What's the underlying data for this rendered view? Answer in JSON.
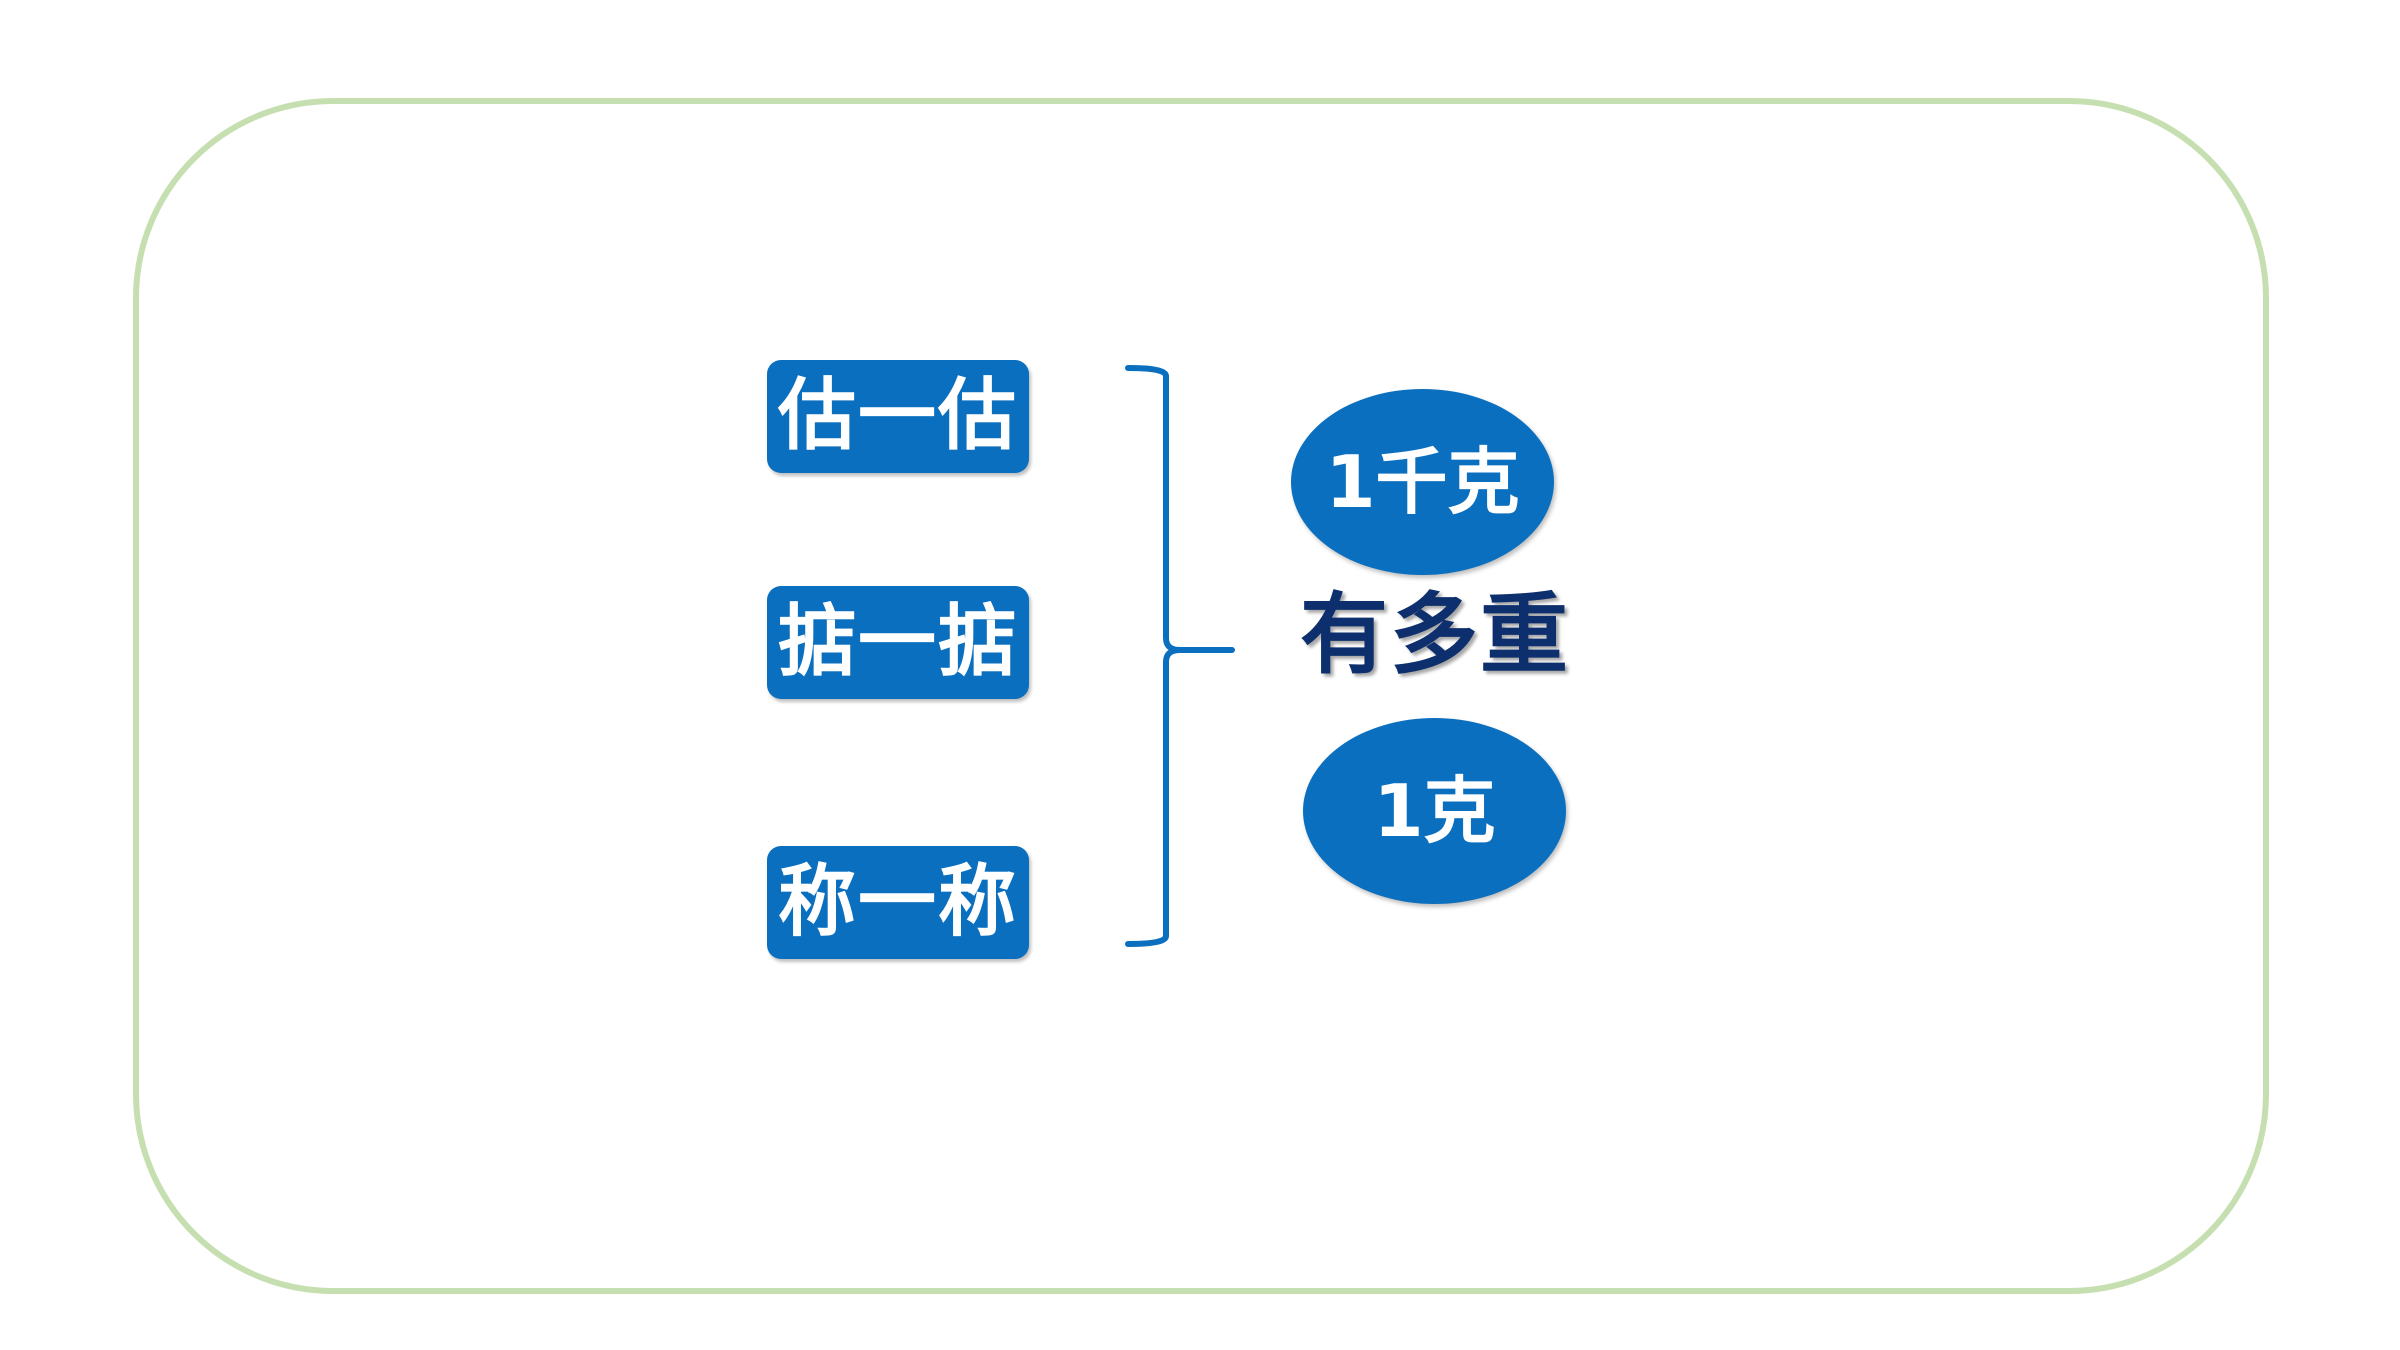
{
  "diagram": {
    "methods": [
      {
        "label": "估一估"
      },
      {
        "label": "掂一掂"
      },
      {
        "label": "称一称"
      }
    ],
    "title": "有多重",
    "units": [
      {
        "label": "1千克"
      },
      {
        "label": "1克"
      }
    ]
  },
  "colors": {
    "frame_border": "#c6dfb0",
    "box_fill": "#0b6fbf",
    "title_text": "#0e2f6e",
    "bracket_stroke": "#0b6fbf"
  }
}
